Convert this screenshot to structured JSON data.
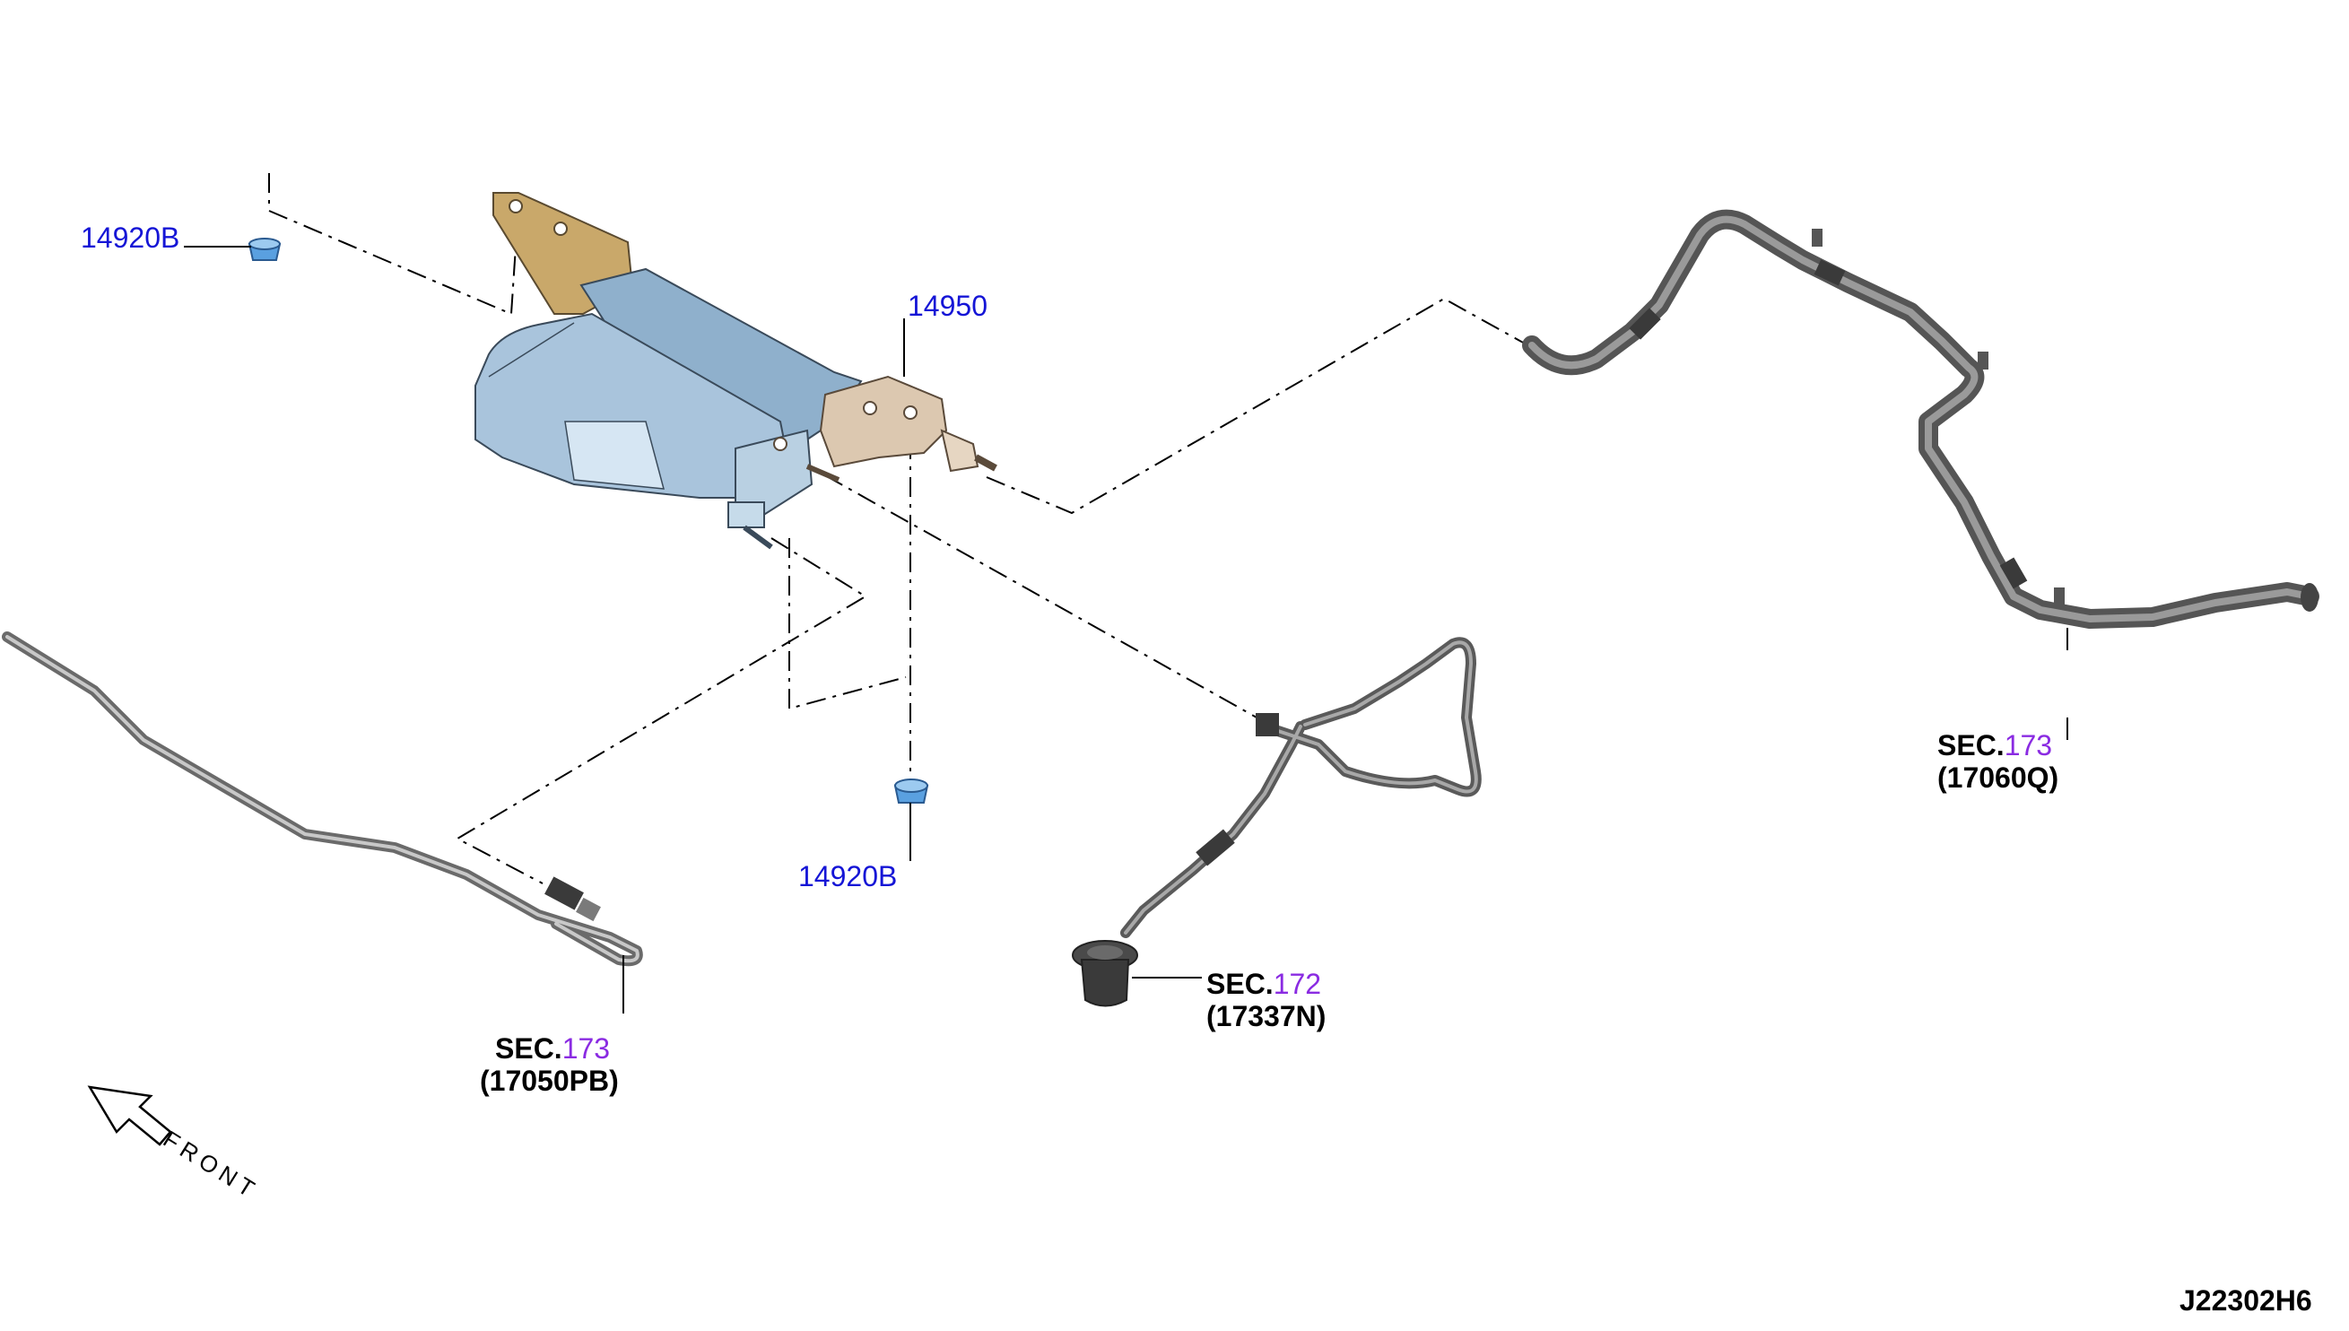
{
  "labels": {
    "c14920b_top": "14920B",
    "c14950": "14950",
    "c14920b_bottom": "14920B",
    "sec_left_prefix": "SEC.",
    "sec_left_num": "173",
    "sec_left_part": "(17050PB)",
    "sec_mid_prefix": "SEC.",
    "sec_mid_num": "172",
    "sec_mid_part": "(17337N)",
    "sec_right_prefix": "SEC.",
    "sec_right_num": "173",
    "sec_right_part": "(17060Q)",
    "front": "FRONT",
    "diagram_code": "J22302H6"
  },
  "colors": {
    "part_number": "#1515d6",
    "section_number": "#8a2be2",
    "canister_body": "#a9c4dc",
    "bracket": "#c9a86a",
    "valve": "#dcc8b0",
    "grommet": "#5aa0e0",
    "hose": "#6a6a6a"
  },
  "icons": {
    "front_arrow": "arrow-outline-icon"
  }
}
